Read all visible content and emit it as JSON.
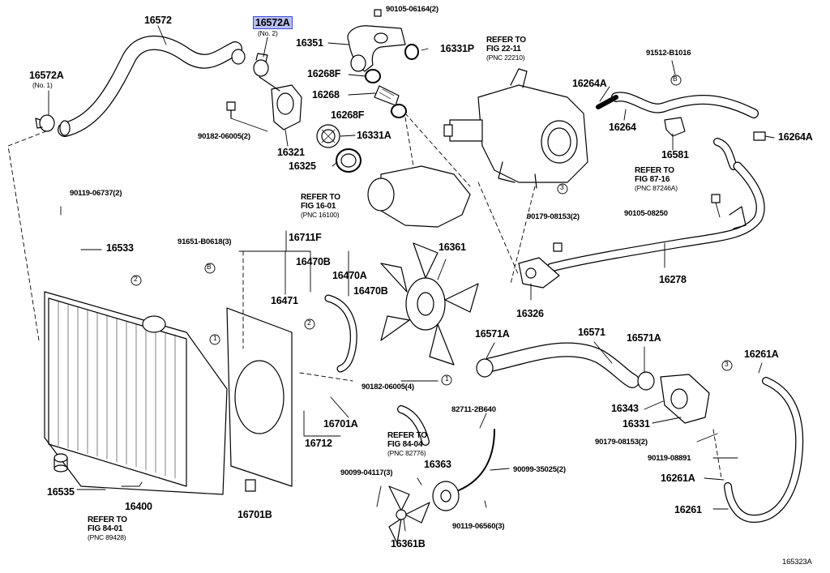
{
  "diagram_id": "165323A",
  "colors": {
    "line": "#000000",
    "highlight_bg": "#b9bff0",
    "highlight_border": "#3b4ad8"
  },
  "parts": {
    "p16572": "16572",
    "p16572A_no2": "16572A",
    "no2": "(No. 2)",
    "p16572A_no1": "16572A",
    "no1": "(No. 1)",
    "p90105_06164": "90105-06164(2)",
    "p16351": "16351",
    "p16331P": "16331P",
    "p16268F_a": "16268F",
    "p16268": "16268",
    "p16268F_b": "16268F",
    "p90182_06005_2": "90182-06005(2)",
    "p16331A": "16331A",
    "p16321": "16321",
    "p16325": "16325",
    "p16264A_a": "16264A",
    "p16264": "16264",
    "p91512_B1016": "91512-B1016",
    "p16581": "16581",
    "p16264A_b": "16264A",
    "p90119_06737": "90119-06737(2)",
    "p16533": "16533",
    "p91651_B0618": "91651-B0618(3)",
    "p16711F": "16711F",
    "p16470B_a": "16470B",
    "p16470A": "16470A",
    "p16470B_b": "16470B",
    "p16471": "16471",
    "p16361": "16361",
    "p90179_08153_a": "90179-08153(2)",
    "p90105_08250": "90105-08250",
    "p16278": "16278",
    "p16326": "16326",
    "p16571A_a": "16571A",
    "p16571": "16571",
    "p16571A_b": "16571A",
    "p16261A_a": "16261A",
    "p90182_06005_4": "90182-06005(4)",
    "p16701A": "16701A",
    "p16712": "16712",
    "p82711_2B640": "82711-2B640",
    "p16343": "16343",
    "p16331": "16331",
    "p90179_08153_b": "90179-08153(2)",
    "p90119_08891": "90119-08891",
    "p16261A_b": "16261A",
    "p16261": "16261",
    "p16535": "16535",
    "p16400": "16400",
    "p16701B": "16701B",
    "p90099_04117": "90099-04117(3)",
    "p16363": "16363",
    "p90099_35025": "90099-35025(2)",
    "p90119_06560": "90119-06560(3)",
    "p16361B": "16361B"
  },
  "refs": {
    "r22": {
      "l1": "REFER TO",
      "l2": "FIG 22-11",
      "l3": "(PNC 22210)"
    },
    "r87": {
      "l1": "REFER TO",
      "l2": "FIG 87-16",
      "l3": "(PNC 87246A)"
    },
    "r16": {
      "l1": "REFER TO",
      "l2": "FIG 16-01",
      "l3": "(PNC 16100)"
    },
    "r84b": {
      "l1": "REFER TO",
      "l2": "FIG 84-04",
      "l3": "(PNC 82776)"
    },
    "r84a": {
      "l1": "REFER TO",
      "l2": "FIG 84-01",
      "l3": "(PNC 89428)"
    }
  },
  "markers": {
    "one": "1",
    "two": "2",
    "three": "3",
    "b": "B"
  }
}
